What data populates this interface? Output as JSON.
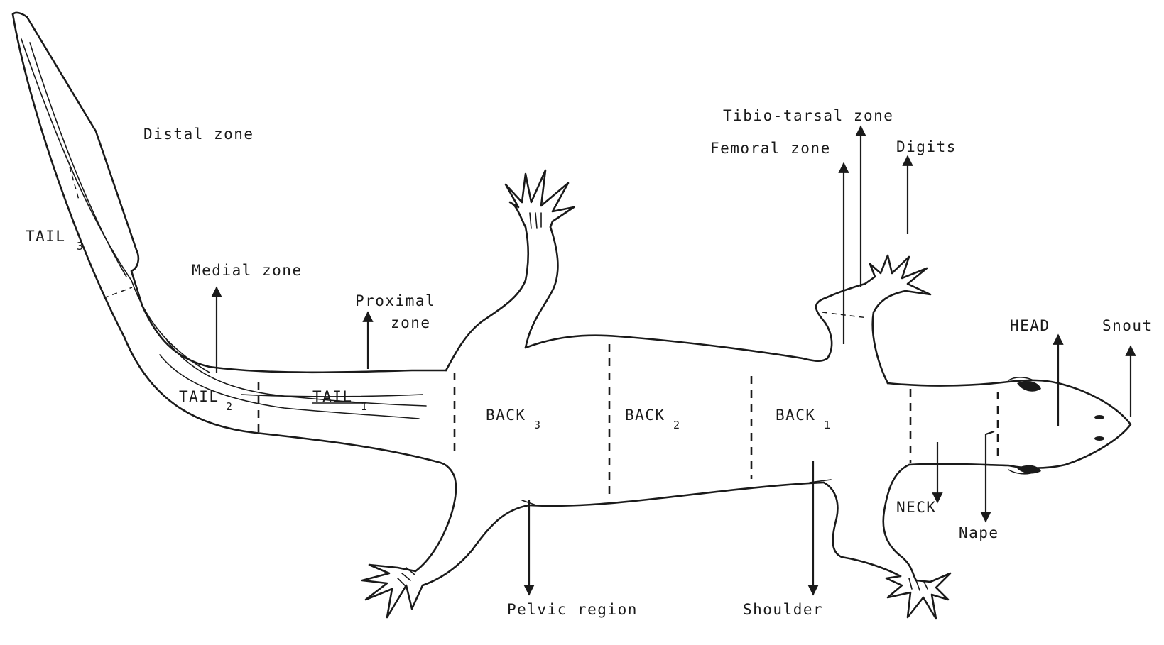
{
  "labels": {
    "distal_zone": "Distal zone",
    "medial_zone": "Medial zone",
    "proximal_zone_line1": "Proximal",
    "proximal_zone_line2": "zone",
    "tail3": "TAIL",
    "tail3_sub": "3",
    "tail2": "TAIL",
    "tail2_sub": "2",
    "tail1": "TAIL",
    "tail1_sub": "1",
    "back3": "BACK",
    "back3_sub": "3",
    "back2": "BACK",
    "back2_sub": "2",
    "back1": "BACK",
    "back1_sub": "1",
    "tibio_tarsal_zone": "Tibio-tarsal zone",
    "femoral_zone": "Femoral zone",
    "digits": "Digits",
    "head": "HEAD",
    "snout": "Snout",
    "neck": "NECK",
    "nape": "Nape",
    "pelvic_region": "Pelvic region",
    "shoulder": "Shoulder"
  }
}
